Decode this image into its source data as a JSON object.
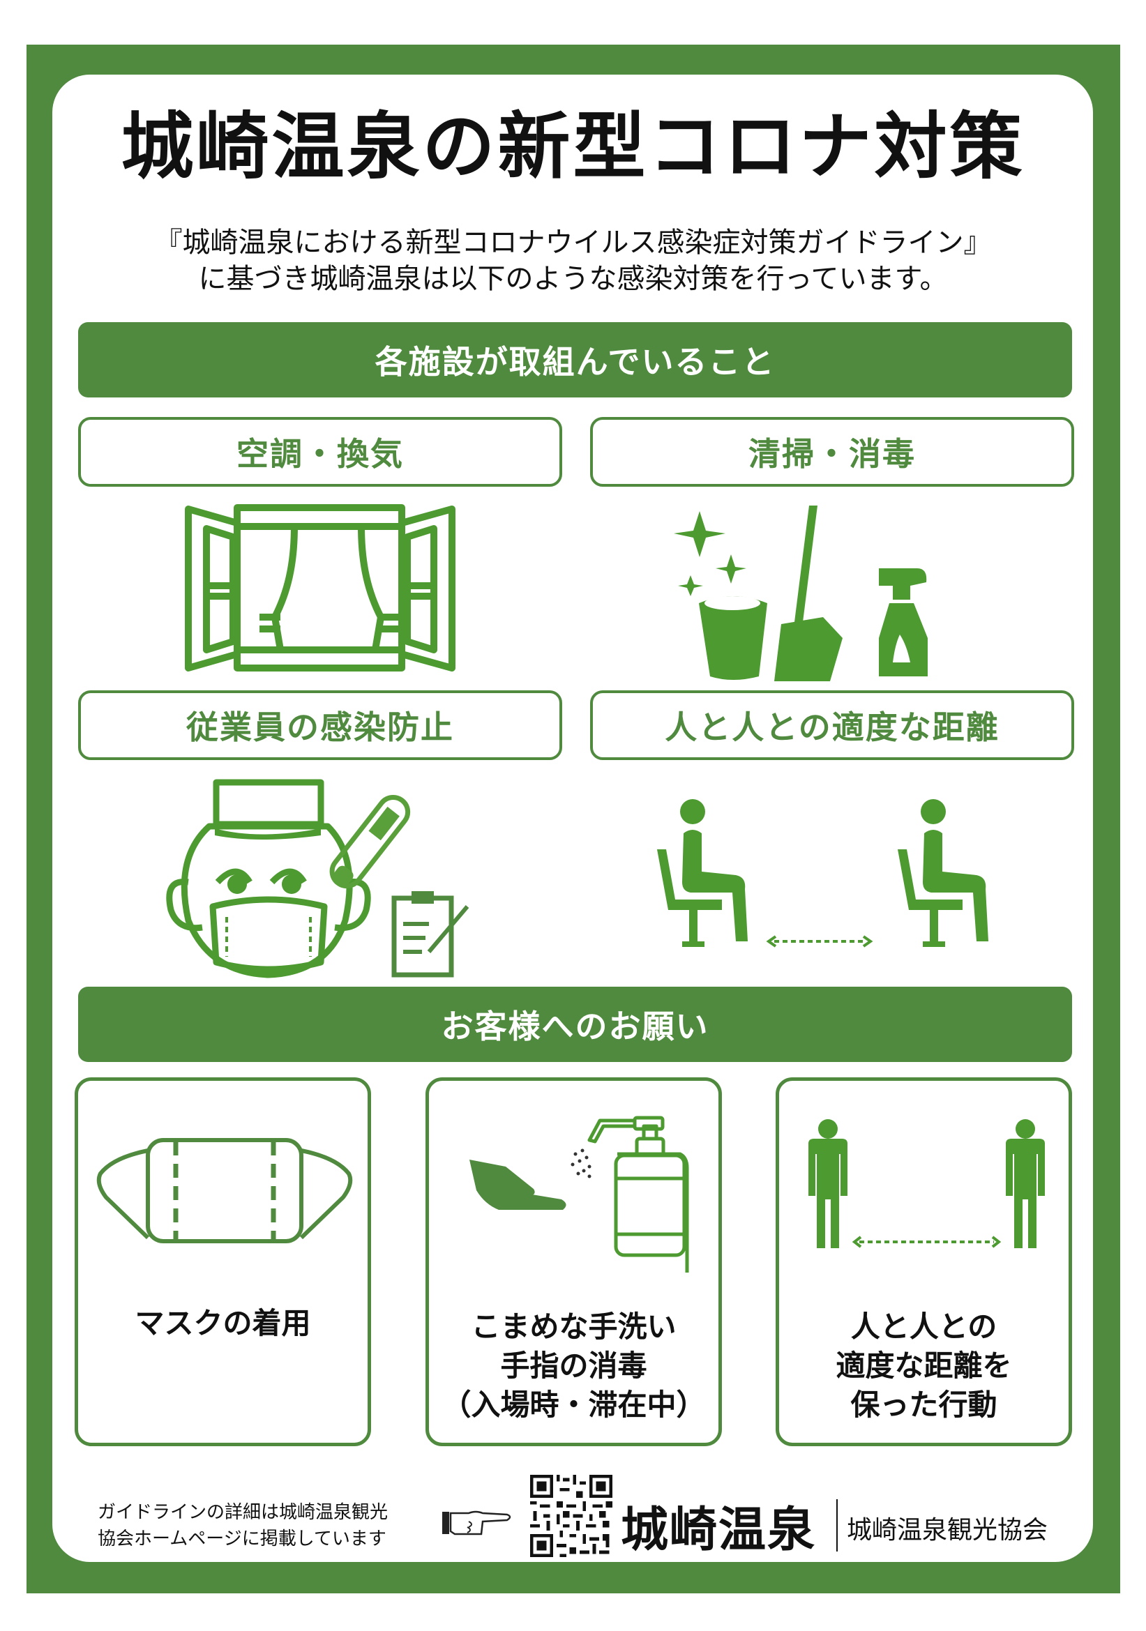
{
  "theme": {
    "green": "#4f8a3e",
    "green_light": "#55a033",
    "text": "#111111"
  },
  "header": {
    "title": "城崎温泉の新型コロナ対策",
    "subtitle_line1": "『城崎温泉における新型コロナウイルス感染症対策ガイドライン』",
    "subtitle_line2": "に基づき城崎温泉は以下のような感染対策を行っています。"
  },
  "facility_section": {
    "heading": "各施設が取組んでいること",
    "items": [
      {
        "label": "空調・換気",
        "icon": "open-window-icon"
      },
      {
        "label": "清掃・消毒",
        "icon": "cleaning-supplies-icon"
      },
      {
        "label": "従業員の感染防止",
        "icon": "masked-staff-icon"
      },
      {
        "label": "人と人との適度な距離",
        "icon": "seated-distance-icon"
      }
    ]
  },
  "guest_section": {
    "heading": "お客様へのお願い",
    "cards": [
      {
        "lines": [
          "マスクの着用"
        ],
        "icon": "face-mask-icon"
      },
      {
        "lines": [
          "こまめな手洗い",
          "手指の消毒",
          "（入場時・滞在中）"
        ],
        "icon": "hand-sanitizer-icon"
      },
      {
        "lines": [
          "人と人との",
          "適度な距離を",
          "保った行動"
        ],
        "icon": "standing-distance-icon"
      }
    ]
  },
  "footer": {
    "note_line1": "ガイドラインの詳細は城崎温泉観光",
    "note_line2": "協会ホームページに掲載しています",
    "pointer_icon": "pointing-hand-icon",
    "qr_icon": "qr-code-icon",
    "brand": "城崎温泉",
    "association": "城崎温泉観光協会"
  }
}
